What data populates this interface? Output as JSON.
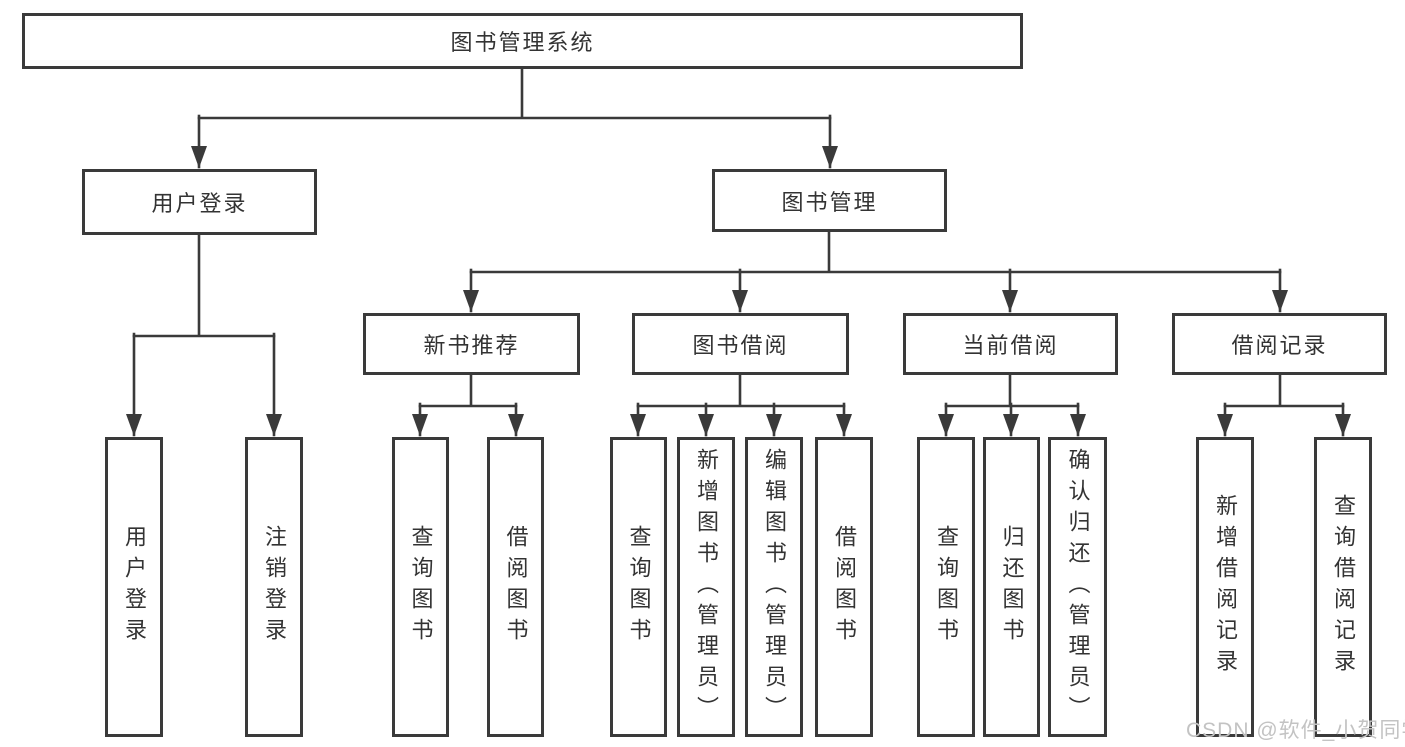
{
  "tree": {
    "label": "图书管理系统",
    "children": [
      {
        "label": "用户登录",
        "children": [
          {
            "label": "用户登录"
          },
          {
            "label": "注销登录"
          }
        ]
      },
      {
        "label": "图书管理",
        "children": [
          {
            "label": "新书推荐",
            "children": [
              {
                "label": "查询图书"
              },
              {
                "label": "借阅图书"
              }
            ]
          },
          {
            "label": "图书借阅",
            "children": [
              {
                "label": "查询图书"
              },
              {
                "label": "新增图书（管理员）"
              },
              {
                "label": "编辑图书（管理员）"
              },
              {
                "label": "借阅图书"
              }
            ]
          },
          {
            "label": "当前借阅",
            "children": [
              {
                "label": "查询图书"
              },
              {
                "label": "归还图书"
              },
              {
                "label": "确认归还（管理员）"
              }
            ]
          },
          {
            "label": "借阅记录",
            "children": [
              {
                "label": "新增借阅记录"
              },
              {
                "label": "查询借阅记录"
              }
            ]
          }
        ]
      }
    ]
  },
  "watermark": {
    "text": "CSDN @软件_小贺同学"
  },
  "colors": {
    "line": "#3a3a3a",
    "text": "#333333",
    "watermark": "#c3c3c3",
    "background": "#ffffff"
  }
}
